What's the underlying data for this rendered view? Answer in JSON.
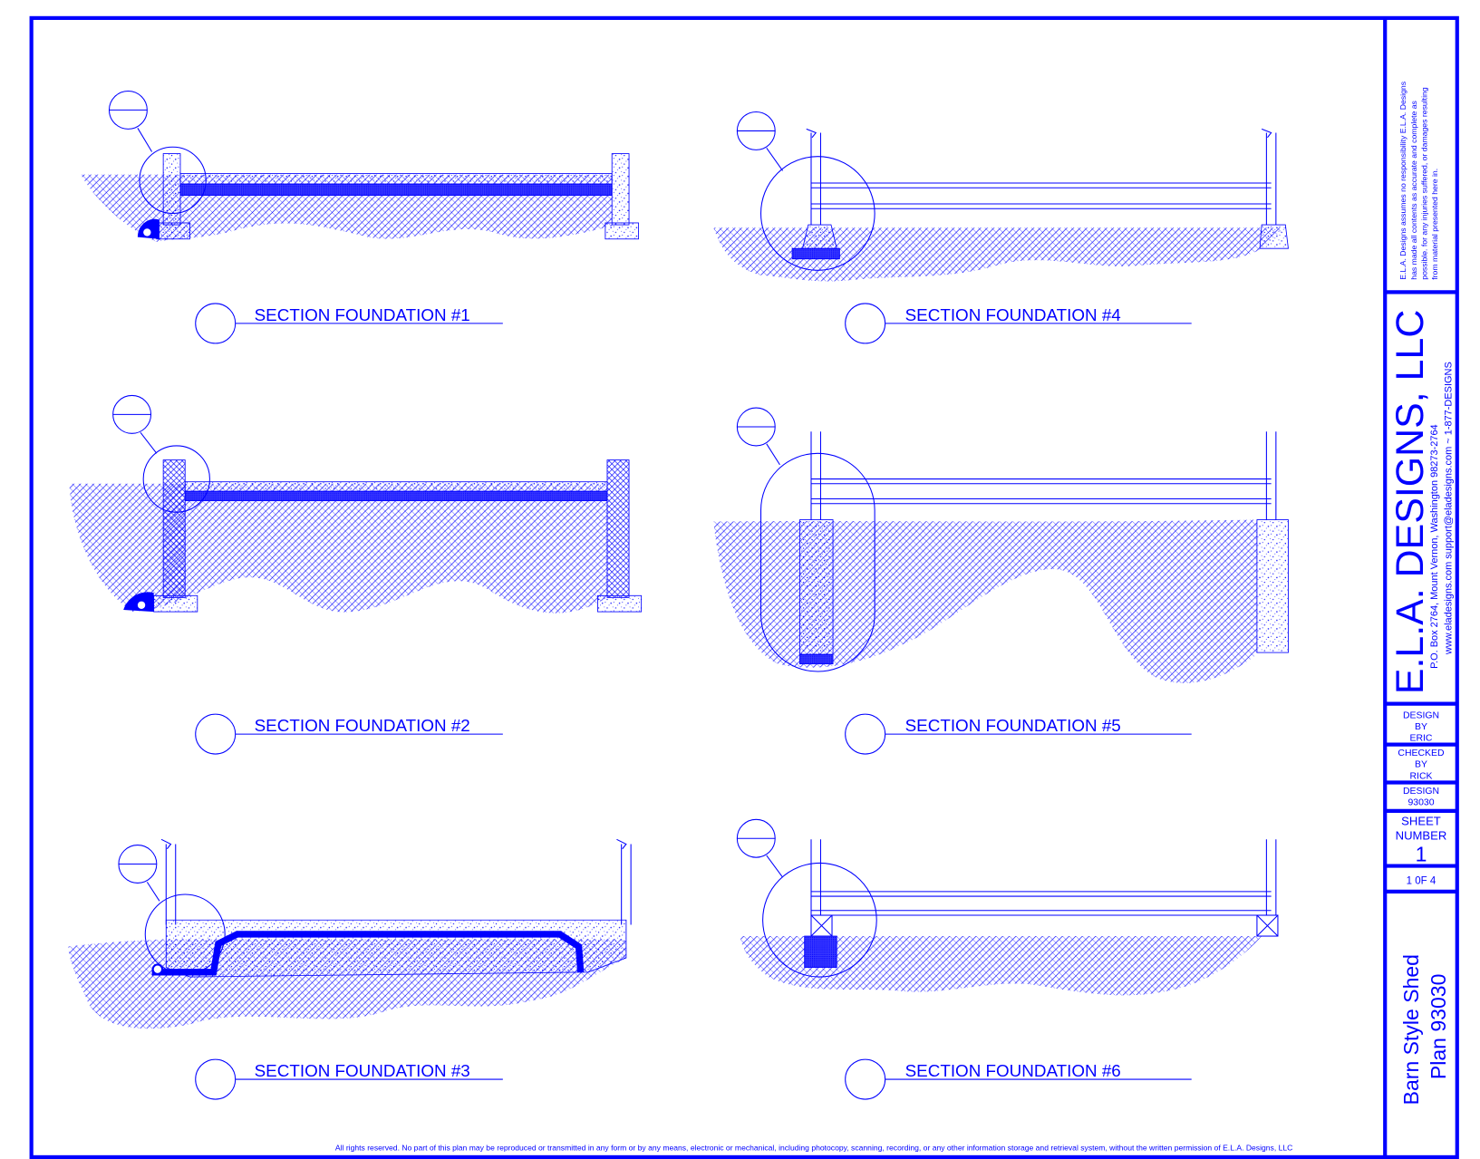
{
  "colors": {
    "ink": "#0000ff",
    "paper": "#ffffff"
  },
  "sections": [
    {
      "label": "SECTION FOUNDATION #1"
    },
    {
      "label": "SECTION FOUNDATION #2"
    },
    {
      "label": "SECTION FOUNDATION #3"
    },
    {
      "label": "SECTION FOUNDATION #4"
    },
    {
      "label": "SECTION FOUNDATION #5"
    },
    {
      "label": "SECTION FOUNDATION #6"
    }
  ],
  "title_block": {
    "disclaimer": [
      "E.L.A. Designs assumes no responsibility  E.L.A. Designs",
      "has made all contents as accurate and complete as",
      "possible. for any injuries suffered, or damages resulting",
      "from material presented here in."
    ],
    "company": "E.L.A. DESIGNS, LLC",
    "address": "P.O. Box 2764, Mount Vernon, Washington 98273-2764",
    "contact": "www.eladesigns.com  support@eladesigns.com ~ 1-877-DESIGNS",
    "design_by": [
      "DESIGN",
      "BY",
      "ERIC"
    ],
    "checked_by": [
      "CHECKED",
      "BY",
      "RICK"
    ],
    "design_no": [
      "DESIGN",
      "93030"
    ],
    "sheet": {
      "label1": "SHEET",
      "label2": "NUMBER",
      "number": "1"
    },
    "sheet_of": "1  0F  4",
    "project": [
      "Barn Style Shed",
      "Plan 93030"
    ]
  },
  "footer": "All rights reserved. No part of this plan may be reproduced or transmitted in any form or by any means, electronic or mechanical, including photocopy, scanning, recording, or any other information storage and retrieval system, without the written permission of E.L.A. Designs, LLC"
}
